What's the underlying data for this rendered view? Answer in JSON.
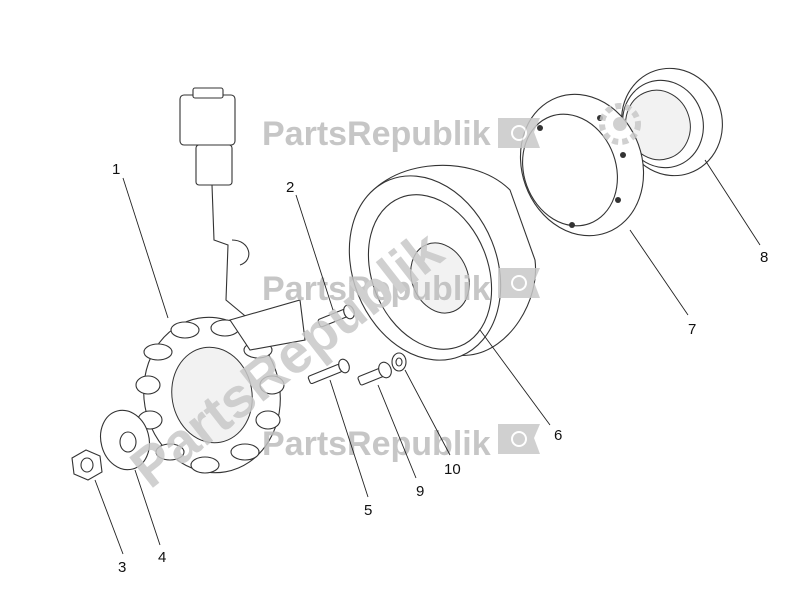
{
  "watermark": {
    "brand": "PartsRepublik"
  },
  "callouts": [
    {
      "id": "1",
      "label": "1"
    },
    {
      "id": "2",
      "label": "2"
    },
    {
      "id": "3",
      "label": "3"
    },
    {
      "id": "4",
      "label": "4"
    },
    {
      "id": "5",
      "label": "5"
    },
    {
      "id": "6",
      "label": "6"
    },
    {
      "id": "7",
      "label": "7"
    },
    {
      "id": "8",
      "label": "8"
    },
    {
      "id": "9",
      "label": "9"
    },
    {
      "id": "10",
      "label": "10"
    }
  ],
  "colors": {
    "line": "#333333",
    "watermark": "#bdbdbd"
  }
}
